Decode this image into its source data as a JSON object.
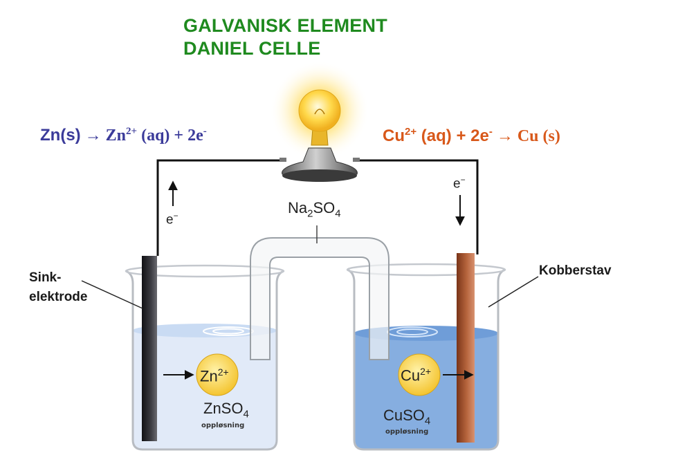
{
  "title": {
    "line1": "GALVANISK ELEMENT",
    "line2": "DANIEL CELLE"
  },
  "equations": {
    "left": {
      "a": "Zn(s)",
      "arrow": " → ",
      "b": "Zn",
      "charge": "2+",
      "c": " (aq) + 2e",
      "sup": "-"
    },
    "right": {
      "a": "Cu",
      "charge": "2+",
      "b": " (aq) + 2e",
      "sup": "-",
      "arrow": " → ",
      "c": "Cu (s)"
    }
  },
  "labels": {
    "sink_line1": "Sink-",
    "sink_line2": "elektrode",
    "kobber": "Kobberstav"
  },
  "salt_bridge": {
    "a": "Na",
    "sub1": "2",
    "b": "SO",
    "sub2": "4"
  },
  "left_beaker": {
    "ion": "Zn",
    "ion_charge": "2+",
    "solution": "ZnSO",
    "solution_sub": "4",
    "note": "oppløsning"
  },
  "right_beaker": {
    "ion": "Cu",
    "ion_charge": "2+",
    "solution": "CuSO",
    "solution_sub": "4",
    "note": "oppløsning"
  },
  "electron": {
    "left": "e",
    "left_sup": "−",
    "right": "e",
    "right_sup": "−"
  },
  "colors": {
    "title": "#1f8a1f",
    "left_equation": "#3b3b9a",
    "right_equation": "#d8581a",
    "zn_solution": "#dfe9f8",
    "cu_solution": "#86aee0",
    "copper_rod": "#b5643c",
    "zinc_rod": "#2b2b30",
    "ion_circle": "#f4c430"
  }
}
